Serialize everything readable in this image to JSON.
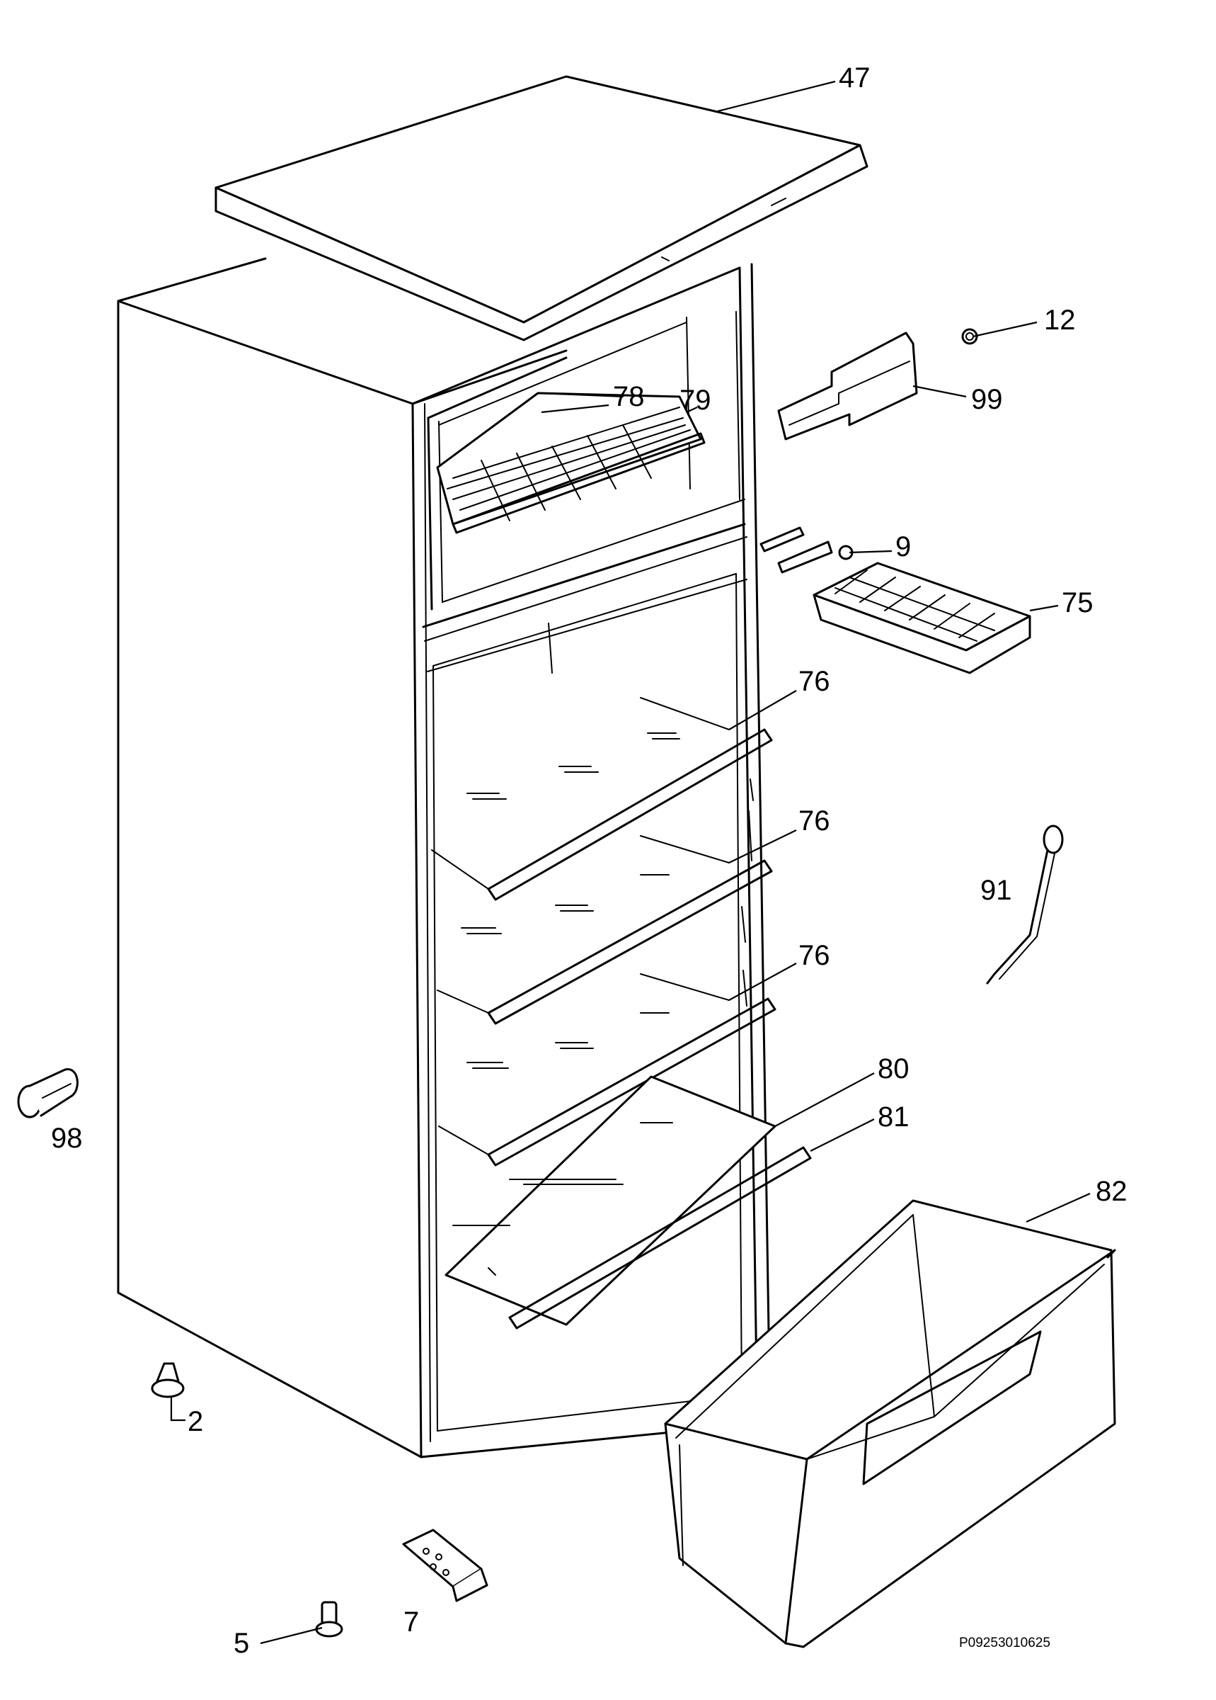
{
  "callouts": [
    {
      "id": "p47",
      "text": "47"
    },
    {
      "id": "p12",
      "text": "12"
    },
    {
      "id": "p99",
      "text": "99"
    },
    {
      "id": "p78",
      "text": "78"
    },
    {
      "id": "p79",
      "text": "79"
    },
    {
      "id": "p9",
      "text": "9"
    },
    {
      "id": "p75",
      "text": "75"
    },
    {
      "id": "p76a",
      "text": "76"
    },
    {
      "id": "p76b",
      "text": "76"
    },
    {
      "id": "p91",
      "text": "91"
    },
    {
      "id": "p76c",
      "text": "76"
    },
    {
      "id": "p80",
      "text": "80"
    },
    {
      "id": "p81",
      "text": "81"
    },
    {
      "id": "p98",
      "text": "98"
    },
    {
      "id": "p82",
      "text": "82"
    },
    {
      "id": "p2",
      "text": "2"
    },
    {
      "id": "p7",
      "text": "7"
    },
    {
      "id": "p5",
      "text": "5"
    }
  ],
  "drawing_code": "P09253010625"
}
